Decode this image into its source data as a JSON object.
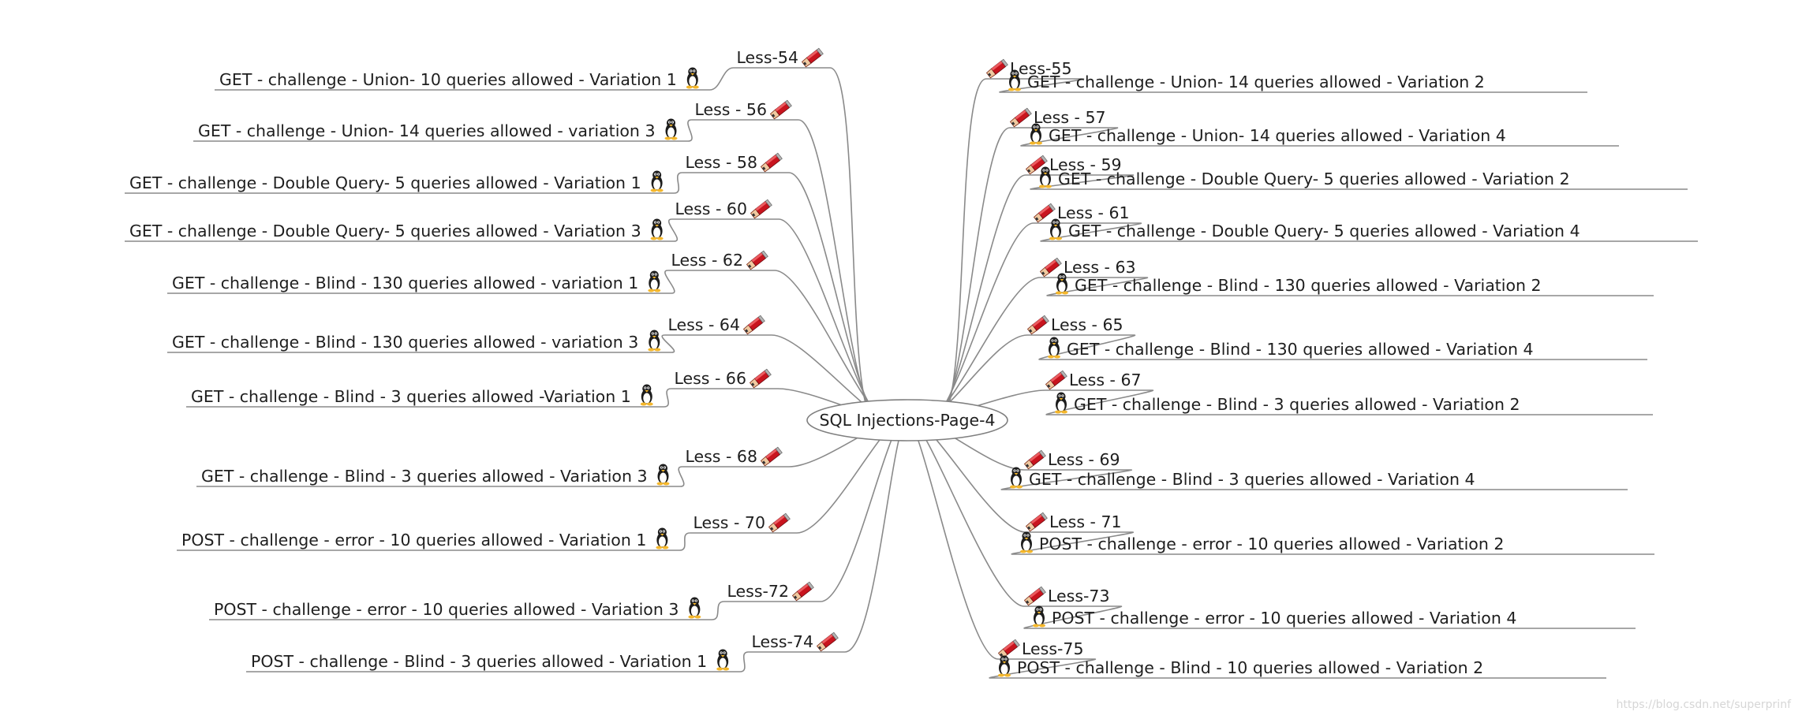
{
  "center": {
    "label": "SQL Injections-Page-4"
  },
  "branches": [
    {
      "side": "left",
      "lesson": "Less-54",
      "title": "GET - challenge - Union- 10 queries allowed - Variation 1"
    },
    {
      "side": "left",
      "lesson": "Less - 56",
      "title": "GET - challenge - Union- 14 queries allowed - variation 3"
    },
    {
      "side": "left",
      "lesson": "Less - 58",
      "title": "GET - challenge - Double Query- 5 queries allowed - Variation 1"
    },
    {
      "side": "left",
      "lesson": "Less - 60",
      "title": "GET - challenge - Double Query- 5 queries allowed - Variation 3"
    },
    {
      "side": "left",
      "lesson": "Less - 62",
      "title": "GET - challenge - Blind - 130 queries allowed - variation 1"
    },
    {
      "side": "left",
      "lesson": "Less - 64",
      "title": "GET - challenge - Blind - 130 queries allowed - variation 3"
    },
    {
      "side": "left",
      "lesson": "Less - 66",
      "title": "GET - challenge - Blind - 3 queries allowed -Variation 1"
    },
    {
      "side": "left",
      "lesson": "Less - 68",
      "title": "GET - challenge - Blind - 3 queries allowed - Variation 3"
    },
    {
      "side": "left",
      "lesson": "Less - 70",
      "title": "POST - challenge - error - 10 queries allowed - Variation 1"
    },
    {
      "side": "left",
      "lesson": "Less-72",
      "title": "POST - challenge - error - 10 queries allowed - Variation 3"
    },
    {
      "side": "left",
      "lesson": "Less-74",
      "title": "POST - challenge - Blind - 3 queries allowed - Variation 1"
    },
    {
      "side": "right",
      "lesson": "Less-55",
      "title": "GET - challenge - Union- 14 queries allowed - Variation 2"
    },
    {
      "side": "right",
      "lesson": "Less - 57",
      "title": "GET - challenge - Union- 14 queries allowed - Variation 4"
    },
    {
      "side": "right",
      "lesson": "Less - 59",
      "title": "GET - challenge - Double Query- 5 queries allowed - Variation 2"
    },
    {
      "side": "right",
      "lesson": "Less - 61",
      "title": "GET - challenge - Double Query- 5 queries allowed - Variation 4"
    },
    {
      "side": "right",
      "lesson": "Less - 63",
      "title": "GET - challenge - Blind - 130 queries allowed - Variation 2"
    },
    {
      "side": "right",
      "lesson": "Less - 65",
      "title": "GET - challenge - Blind - 130 queries allowed - Variation 4"
    },
    {
      "side": "right",
      "lesson": "Less - 67",
      "title": "GET - challenge - Blind - 3 queries allowed - Variation 2"
    },
    {
      "side": "right",
      "lesson": "Less - 69",
      "title": "GET - challenge - Blind - 3 queries allowed - Variation 4"
    },
    {
      "side": "right",
      "lesson": "Less - 71",
      "title": "POST - challenge - error - 10 queries allowed - Variation 2"
    },
    {
      "side": "right",
      "lesson": "Less-73",
      "title": "POST - challenge - error - 10 queries allowed - Variation 4"
    },
    {
      "side": "right",
      "lesson": "Less-75",
      "title": "POST - challenge - Blind - 10 queries allowed - Variation 2"
    }
  ],
  "icons": {
    "lesson": "pencil-icon",
    "title": "penguin-icon"
  },
  "colors": {
    "line": "#8a8a8a",
    "pencil": "#c8141e",
    "ellipse": "#7f7f7f"
  },
  "watermark": "https://blog.csdn.net/superprinf"
}
